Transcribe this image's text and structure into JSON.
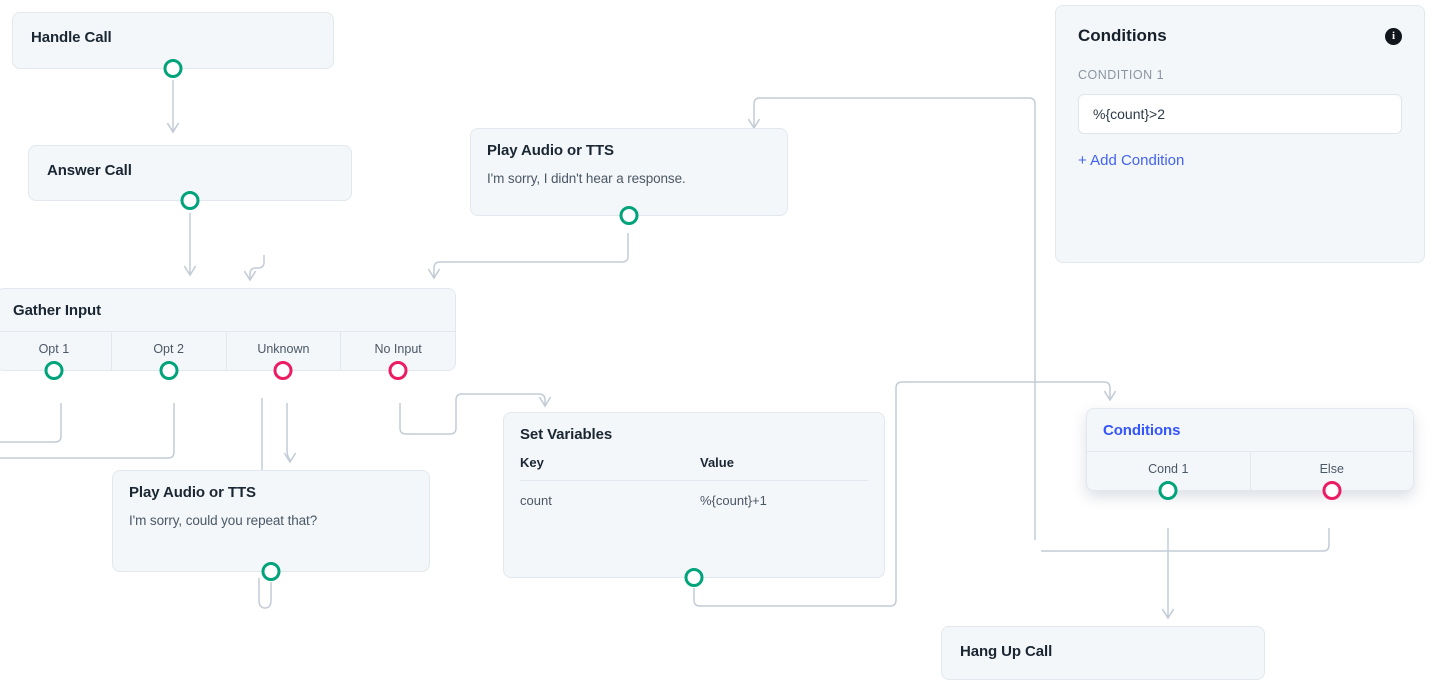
{
  "canvas": {
    "background": "#ffffff",
    "node_fill": "#f4f7f9",
    "node_border": "#e2e8ee",
    "edge_color": "#c3ccd6",
    "port_success_color": "#00a37a",
    "port_error_color": "#ec1c63",
    "selected_title_color": "#3355ff",
    "link_color": "#4263f0"
  },
  "nodes": {
    "handle_call": {
      "title": "Handle Call"
    },
    "answer_call": {
      "title": "Answer Call"
    },
    "gather_input": {
      "title": "Gather Input",
      "ports": [
        {
          "label": "Opt 1",
          "type": "success"
        },
        {
          "label": "Opt 2",
          "type": "success"
        },
        {
          "label": "Unknown",
          "type": "error"
        },
        {
          "label": "No Input",
          "type": "error"
        }
      ]
    },
    "play_audio_no_response": {
      "title": "Play Audio or TTS",
      "subtitle": "I'm sorry, I didn't hear a response."
    },
    "play_audio_repeat": {
      "title": "Play Audio or TTS",
      "subtitle": "I'm sorry, could you repeat that?"
    },
    "set_variables": {
      "title": "Set Variables",
      "columns": [
        "Key",
        "Value"
      ],
      "rows": [
        {
          "key": "count",
          "value": "%{count}+1"
        }
      ]
    },
    "conditions_node": {
      "title": "Conditions",
      "selected": true,
      "ports": [
        {
          "label": "Cond 1",
          "type": "success"
        },
        {
          "label": "Else",
          "type": "error"
        }
      ]
    },
    "hang_up_call": {
      "title": "Hang Up Call"
    }
  },
  "panel": {
    "title": "Conditions",
    "info_icon": "info-icon",
    "condition_label": "CONDITION 1",
    "condition_value": "%{count}>2",
    "add_condition_label": "+ Add Condition"
  }
}
